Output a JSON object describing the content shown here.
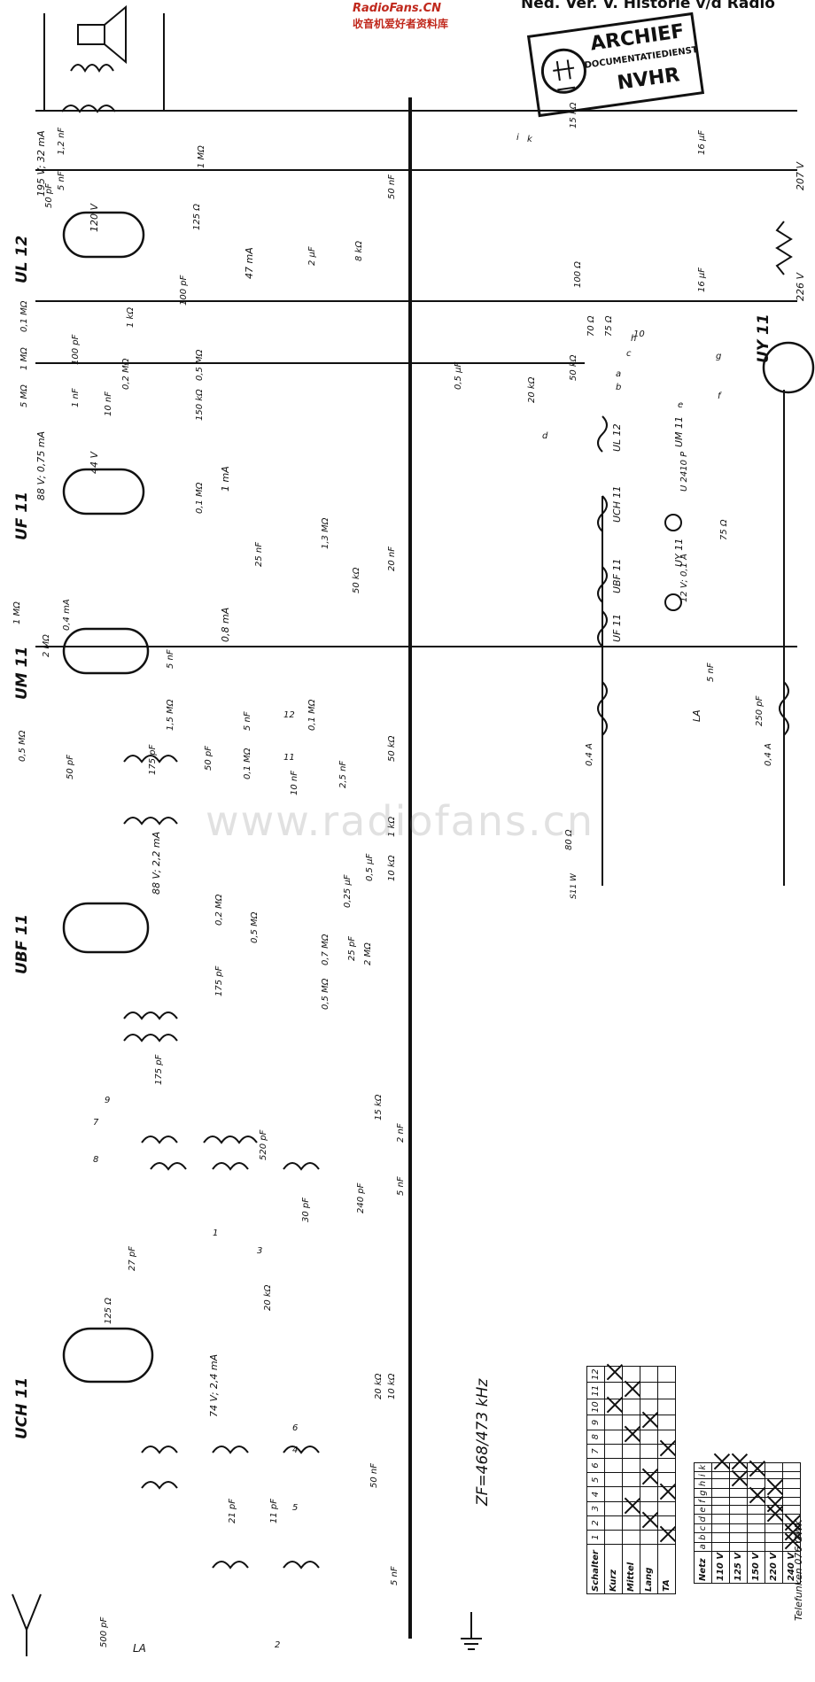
{
  "header": {
    "site_logo": "RadioFans.CN",
    "site_subtitle": "收音机爱好者资料库",
    "heading": "Ned. Ver. V. Historie v/d Radio"
  },
  "stamp": {
    "title": "ARCHIEF",
    "subtitle": "DOCUMENTATIEDIENST",
    "org": "NVHR"
  },
  "watermark": "www.radiofans.cn",
  "tubes": {
    "ul12": "UL 12",
    "uf11": "UF 11",
    "um11": "UM 11",
    "ubf11": "UBF 11",
    "uch11": "UCH 11",
    "uy11": "UY 11"
  },
  "voltages": {
    "ul12_anode": "195 V; 32 mA",
    "ul12_grid": "120 V",
    "ul12_current": "47 mA",
    "uf11_anode": "88 V; 0,75 mA",
    "uf11_grid": "44 V",
    "uf11_current": "1 mA",
    "um11_current": "0,8 mA",
    "um11_anode": "0,4 mA",
    "ubf11_anode": "88 V; 2,2 mA",
    "uch11_current": "74 V; 2,4 mA",
    "mains_207": "207 V",
    "mains_226": "226 V"
  },
  "components": {
    "c_1_2nf": "1,2 nF",
    "c_5nf_top": "5 nF",
    "c_50pf": "50 pF",
    "r_1mohm_top": "1 MΩ",
    "r_125ohm": "125 Ω",
    "c_2uf": "2 µF",
    "r_8kohm": "8 kΩ",
    "c_100pf": "100 pF",
    "r_1kohm": "1 kΩ",
    "r_0_1mohm": "0,1 MΩ",
    "r_1mohm": "1 MΩ",
    "r_5mohm": "5 MΩ",
    "c_100pf_b": "100 pF",
    "c_1nf": "1 nF",
    "c_10nf": "10 nF",
    "r_0_2mohm": "0,2 MΩ",
    "r_0_5mohm": "0,5 MΩ",
    "r_150kohm": "150 kΩ",
    "c_0_5uf": "0,5 µF",
    "c_50nf_top": "50 nF",
    "c_16uf_a": "16 µF",
    "c_16uf_b": "16 µF",
    "r_100ohm": "100 Ω",
    "r_70ohm": "70 Ω",
    "r_75ohm": "75 Ω",
    "r_15kohm": "15 kΩ",
    "r_20kohm": "20 kΩ",
    "r_50kohm": "50 kΩ",
    "r_0_1mohm_uf": "0,1 MΩ",
    "r_1_3mohm": "1,3 MΩ",
    "c_25nf": "25 nF",
    "r_50kohm_b": "50 kΩ",
    "c_20nf": "20 nF",
    "r_1mohm_um": "1 MΩ",
    "r_2mohm_um": "2 MΩ",
    "c_5nf_um": "5 nF",
    "r_1_5mohm": "1,5 MΩ",
    "r_0_5mohm_b": "0,5 MΩ",
    "c_50pf_if": "50 pF",
    "c_175pf": "175 pF",
    "c_50pf_b": "50 pF",
    "r_0_1mohm_if": "0,1 MΩ",
    "c_5nf_if": "5 nF",
    "r_0_1mohm_c": "0,1 MΩ",
    "c_10nf_b": "10 nF",
    "c_2_5nf": "2,5 nF",
    "r_50kohm_c": "50 kΩ",
    "r_1kohm_b": "1 kΩ",
    "r_10kohm": "10 kΩ",
    "c_0_5uf_b": "0,5 µF",
    "c_0_25uf": "0,25 µF",
    "r_0_2mohm_b": "0,2 MΩ",
    "r_0_5mohm_c": "0,5 MΩ",
    "r_0_7mohm": "0,7 MΩ",
    "c_25pf": "25 pF",
    "r_2mohm": "2 MΩ",
    "r_0_5mohm_d": "0,5 MΩ",
    "c_175pf_b": "175 pF",
    "c_175pf_c": "175 pF",
    "r_15kohm_b": "15 kΩ",
    "c_2nf": "2 nF",
    "c_520pf": "520 pF",
    "c_30pf": "30 pF",
    "c_240pf": "240 pF",
    "c_5nf_osc": "5 nF",
    "c_27pf": "27 pF",
    "r_20kohm_b": "20 kΩ",
    "r_125ohm_b": "125 Ω",
    "r_20kohm_c": "20 kΩ",
    "r_10kohm_b": "10 kΩ",
    "c_50nf": "50 nF",
    "c_21pf": "21 pF",
    "c_11pf": "11 pF",
    "c_5nf_ant": "5 nF",
    "c_500pf": "500 pF",
    "c_5nf_mains": "5 nF",
    "c_250pf": "250 pF",
    "fuse_a": "0,4 A",
    "fuse_b": "0,4 A",
    "r_80ohm": "80 Ω",
    "r_75ohm_b": "75 Ω",
    "lamp": "U 2410 P",
    "lamp_rating": "12 V; 0,1 A"
  },
  "labels": {
    "la_top": "LA",
    "la_bottom": "LA",
    "switch_sn": "S11 W",
    "tap_a": "a",
    "tap_b": "b",
    "tap_c": "c",
    "tap_d": "d",
    "tap_e": "e",
    "tap_f": "f",
    "tap_g": "g",
    "tap_h": "h",
    "tap_i": "i",
    "tap_k": "k",
    "sw_1": "1",
    "sw_2": "2",
    "sw_3": "3",
    "sw_4": "4",
    "sw_5": "5",
    "sw_6": "6",
    "sw_7": "7",
    "sw_8": "8",
    "sw_9": "9",
    "sw_10": "10",
    "sw_11": "11",
    "sw_12": "12",
    "string_ul12": "UL 12",
    "string_uch11": "UCH 11",
    "string_ubf11": "UBF 11",
    "string_uf11": "UF 11",
    "string_um11": "UM 11",
    "string_uy11": "UY 11"
  },
  "notes": {
    "if_frequency": "ZF=468/473 kHz",
    "model": "Telefunken 076 GWK"
  },
  "switch_table": {
    "header": "Schalter",
    "columns": [
      "1",
      "2",
      "3",
      "4",
      "5",
      "6",
      "7",
      "8",
      "9",
      "10",
      "11",
      "12"
    ],
    "rows": [
      {
        "label": "Kurz",
        "marks": [
          0,
          0,
          0,
          0,
          0,
          0,
          0,
          0,
          0,
          1,
          0,
          1
        ]
      },
      {
        "label": "Mittel",
        "marks": [
          0,
          0,
          1,
          0,
          0,
          0,
          0,
          1,
          0,
          0,
          1,
          0
        ]
      },
      {
        "label": "Lang",
        "marks": [
          0,
          1,
          0,
          0,
          1,
          0,
          0,
          0,
          1,
          0,
          0,
          0
        ]
      },
      {
        "label": "TA",
        "marks": [
          1,
          0,
          0,
          1,
          0,
          0,
          1,
          0,
          0,
          0,
          0,
          0
        ]
      }
    ]
  },
  "mains_table": {
    "header": "Netz",
    "columns": [
      "a",
      "b",
      "c",
      "d",
      "e",
      "f",
      "g",
      "h",
      "i",
      "k"
    ],
    "rows": [
      {
        "label": "110 V",
        "marks": [
          0,
          0,
          0,
          0,
          0,
          0,
          0,
          0,
          0,
          1
        ]
      },
      {
        "label": "125 V",
        "marks": [
          0,
          0,
          0,
          0,
          0,
          0,
          0,
          1,
          0,
          1
        ]
      },
      {
        "label": "150 V",
        "marks": [
          0,
          0,
          0,
          0,
          0,
          1,
          0,
          0,
          1,
          0
        ]
      },
      {
        "label": "220 V",
        "marks": [
          0,
          0,
          0,
          1,
          1,
          0,
          1,
          0,
          0,
          0
        ]
      },
      {
        "label": "240 V",
        "marks": [
          1,
          1,
          1,
          0,
          0,
          0,
          0,
          0,
          0,
          0
        ]
      }
    ]
  }
}
